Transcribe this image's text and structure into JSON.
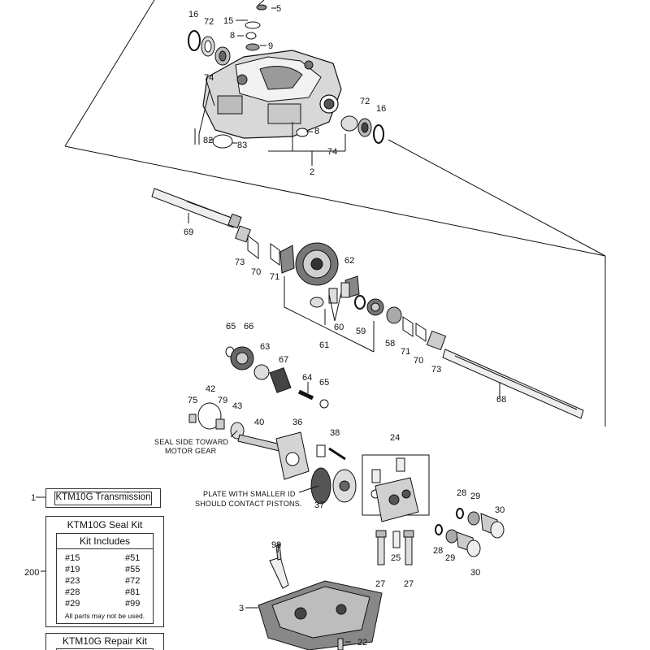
{
  "callouts": {
    "c5": "5",
    "c16a": "16",
    "c72a": "72",
    "c15": "15",
    "c8a": "8",
    "c9": "9",
    "c74a": "74",
    "c82": "82",
    "c83": "83",
    "c8b": "8",
    "c72b": "72",
    "c16b": "16",
    "c74b": "74",
    "c2": "2",
    "c69": "69",
    "c73a": "73",
    "c70a": "70",
    "c71a": "71",
    "c62": "62",
    "c60": "60",
    "c59": "59",
    "c61": "61",
    "c58": "58",
    "c71b": "71",
    "c70b": "70",
    "c73b": "73",
    "c68": "68",
    "c65a": "65",
    "c66": "66",
    "c63": "63",
    "c67": "67",
    "c64": "64",
    "c65b": "65",
    "c75": "75",
    "c42": "42",
    "c79": "79",
    "c43": "43",
    "c40": "40",
    "c36": "36",
    "c38": "38",
    "c24": "24",
    "c37": "37",
    "c28a": "28",
    "c29a": "29",
    "c30a": "30",
    "c28b": "28",
    "c29b": "29",
    "c30b": "30",
    "c25": "25",
    "c27a": "27",
    "c27b": "27",
    "c99": "99",
    "c3": "3",
    "c22": "22",
    "c1": "1",
    "c200": "200"
  },
  "notes": {
    "seal_line1": "SEAL SIDE TOWARD",
    "seal_line2": "MOTOR GEAR",
    "plate_line1": "PLATE WITH SMALLER ID",
    "plate_line2": "SHOULD CONTACT PISTONS."
  },
  "transmission_box": {
    "label": "KTM10G Transmission"
  },
  "seal_kit": {
    "title": "KTM10G Seal Kit",
    "includes_label": "Kit Includes",
    "left_parts": [
      "#15",
      "#19",
      "#23",
      "#28",
      "#29"
    ],
    "right_parts": [
      "#51",
      "#55",
      "#72",
      "#81",
      "#99"
    ],
    "footnote": "All parts may not be used."
  },
  "repair_kit": {
    "title": "KTM10G Repair Kit"
  },
  "colors": {
    "line": "#111111",
    "part_fill": "#e6e6e6",
    "part_dark": "#3a3a3a"
  }
}
